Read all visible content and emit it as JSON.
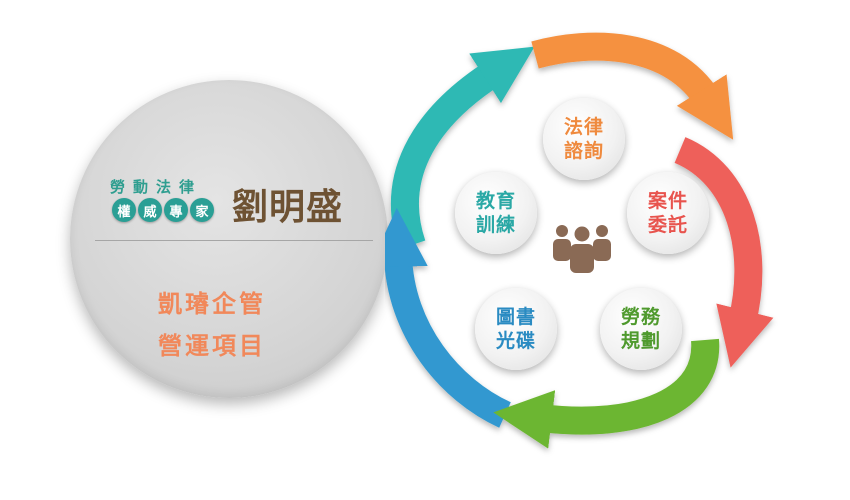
{
  "left": {
    "line1": "勞動法律",
    "badges": [
      "權",
      "威",
      "專",
      "家"
    ],
    "name": "劉明盛",
    "project_line1": "凱璿企管",
    "project_line2": "營運項目"
  },
  "cycle": {
    "nodes": [
      {
        "line1": "法律",
        "line2": "諮詢",
        "color": "#ef8a3e"
      },
      {
        "line1": "案件",
        "line2": "委託",
        "color": "#e8544e"
      },
      {
        "line1": "勞務",
        "line2": "規劃",
        "color": "#4f9a2e"
      },
      {
        "line1": "圖書",
        "line2": "光碟",
        "color": "#2a8bc2"
      },
      {
        "line1": "教育",
        "line2": "訓練",
        "color": "#2aa8a5"
      }
    ],
    "arrow_colors": [
      "#f5913f",
      "#ee605a",
      "#6cb630",
      "#3098d0",
      "#2db9b4"
    ],
    "center_icon": "people-group-icon",
    "center_icon_color": "#8a6a55"
  }
}
